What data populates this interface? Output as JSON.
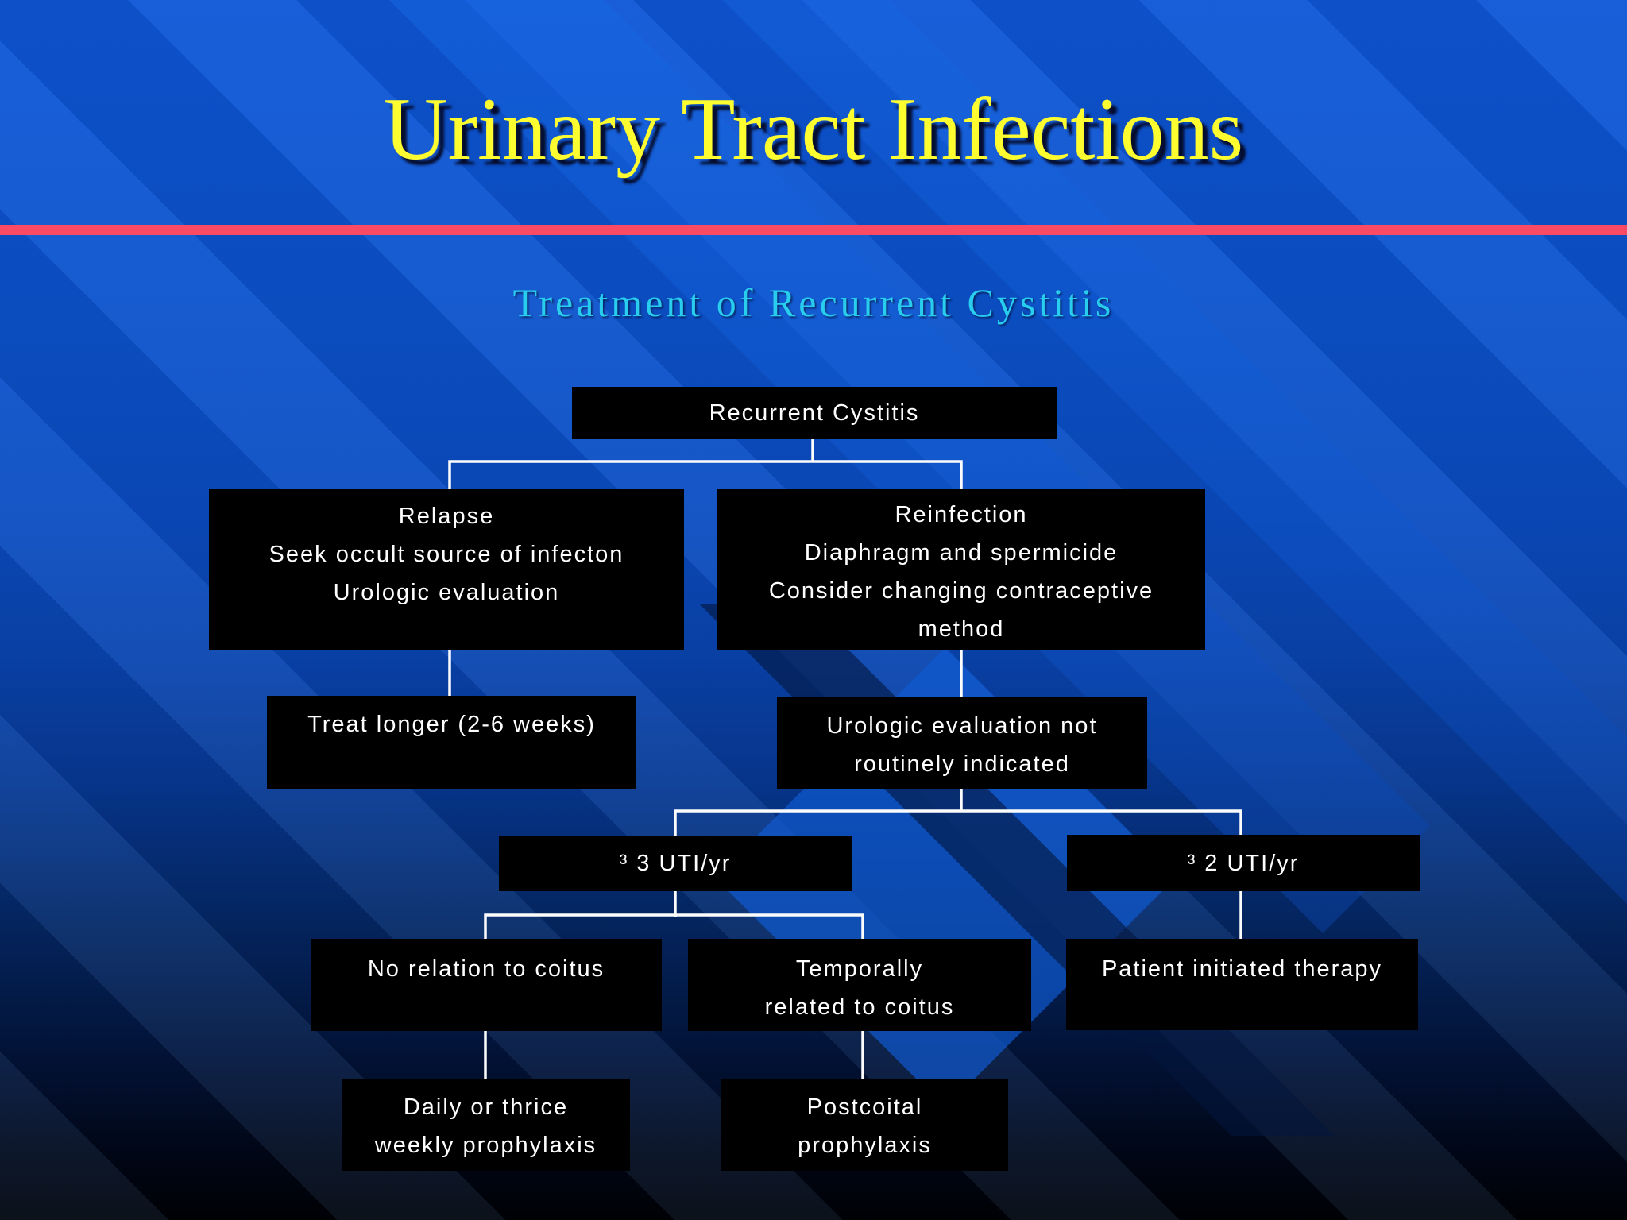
{
  "slide": {
    "title": "Urinary Tract Infections",
    "subtitle": "Treatment of Recurrent Cystitis"
  },
  "colors": {
    "background_top": "#0e56d4",
    "background_bottom": "#000000",
    "title_text": "#fdfd30",
    "subtitle_text": "#29cdee",
    "divider_line": "#fa4a64",
    "node_background": "#000000",
    "node_text": "#ffffff",
    "connector_line": "#fcfcfc",
    "ribbon_highlight": "#1161da"
  },
  "flowchart": {
    "nodes": {
      "recurrent_cystitis": {
        "lines": [
          "Recurrent Cystitis"
        ]
      },
      "relapse": {
        "lines": [
          "Relapse",
          "Seek occult source of infecton",
          "Urologic evaluation"
        ]
      },
      "reinfection": {
        "lines": [
          "Reinfection",
          "Diaphragm and spermicide",
          "Consider changing contraceptive",
          "method"
        ]
      },
      "treat_longer": {
        "lines": [
          "Treat longer (2-6 weeks)"
        ]
      },
      "urologic_evaluation": {
        "lines": [
          "Urologic evaluation not",
          "routinely indicated"
        ]
      },
      "uti_3_per_year": {
        "lines": [
          "³ 3 UTI/yr"
        ]
      },
      "uti_2_per_year": {
        "lines": [
          "³ 2 UTI/yr"
        ]
      },
      "no_relation_coitus": {
        "lines": [
          "No relation to coitus"
        ]
      },
      "temporally_related": {
        "lines": [
          "Temporally",
          "related to coitus"
        ]
      },
      "patient_initiated": {
        "lines": [
          "Patient initiated therapy"
        ]
      },
      "daily_prophylaxis": {
        "lines": [
          "Daily or thrice",
          "weekly prophylaxis"
        ]
      },
      "postcoital_prophylaxis": {
        "lines": [
          "Postcoital",
          "prophylaxis"
        ]
      }
    },
    "edges": [
      {
        "from": "recurrent_cystitis",
        "to": "relapse"
      },
      {
        "from": "recurrent_cystitis",
        "to": "reinfection"
      },
      {
        "from": "relapse",
        "to": "treat_longer"
      },
      {
        "from": "reinfection",
        "to": "urologic_evaluation"
      },
      {
        "from": "urologic_evaluation",
        "to": "uti_3_per_year"
      },
      {
        "from": "urologic_evaluation",
        "to": "uti_2_per_year"
      },
      {
        "from": "uti_3_per_year",
        "to": "no_relation_coitus"
      },
      {
        "from": "uti_3_per_year",
        "to": "temporally_related"
      },
      {
        "from": "uti_2_per_year",
        "to": "patient_initiated"
      },
      {
        "from": "no_relation_coitus",
        "to": "daily_prophylaxis"
      },
      {
        "from": "temporally_related",
        "to": "postcoital_prophylaxis"
      }
    ]
  }
}
